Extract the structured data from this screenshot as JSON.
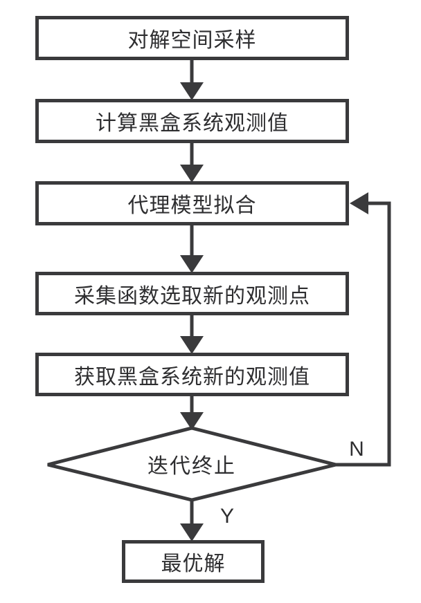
{
  "flowchart": {
    "type": "flowchart",
    "direction": "top-down",
    "nodes": [
      {
        "id": "sample-space",
        "shape": "rectangle",
        "label": "对解空间采样"
      },
      {
        "id": "compute-obs",
        "shape": "rectangle",
        "label": "计算黑盒系统观测值"
      },
      {
        "id": "surrogate-fit",
        "shape": "rectangle",
        "label": "代理模型拟合"
      },
      {
        "id": "acquisition-pick",
        "shape": "rectangle",
        "label": "采集函数选取新的观测点"
      },
      {
        "id": "new-observation",
        "shape": "rectangle",
        "label": "获取黑盒系统新的观测值"
      },
      {
        "id": "iteration-stop",
        "shape": "diamond",
        "label": "迭代终止"
      },
      {
        "id": "optimal-solution",
        "shape": "rectangle",
        "label": "最优解"
      }
    ],
    "edges": [
      {
        "from": "sample-space",
        "to": "compute-obs",
        "label": ""
      },
      {
        "from": "compute-obs",
        "to": "surrogate-fit",
        "label": ""
      },
      {
        "from": "surrogate-fit",
        "to": "acquisition-pick",
        "label": ""
      },
      {
        "from": "acquisition-pick",
        "to": "new-observation",
        "label": ""
      },
      {
        "from": "new-observation",
        "to": "iteration-stop",
        "label": ""
      },
      {
        "from": "iteration-stop",
        "to": "optimal-solution",
        "label": "Y"
      },
      {
        "from": "iteration-stop",
        "to": "surrogate-fit",
        "label": "N",
        "route": "right-side-loop"
      }
    ],
    "branch_labels": {
      "no": "N",
      "yes": "Y"
    },
    "colors": {
      "stroke": "#3a3a3c",
      "shape_fill": "#ffffff",
      "text": "#2e2e30",
      "background": "#ffffff"
    }
  }
}
